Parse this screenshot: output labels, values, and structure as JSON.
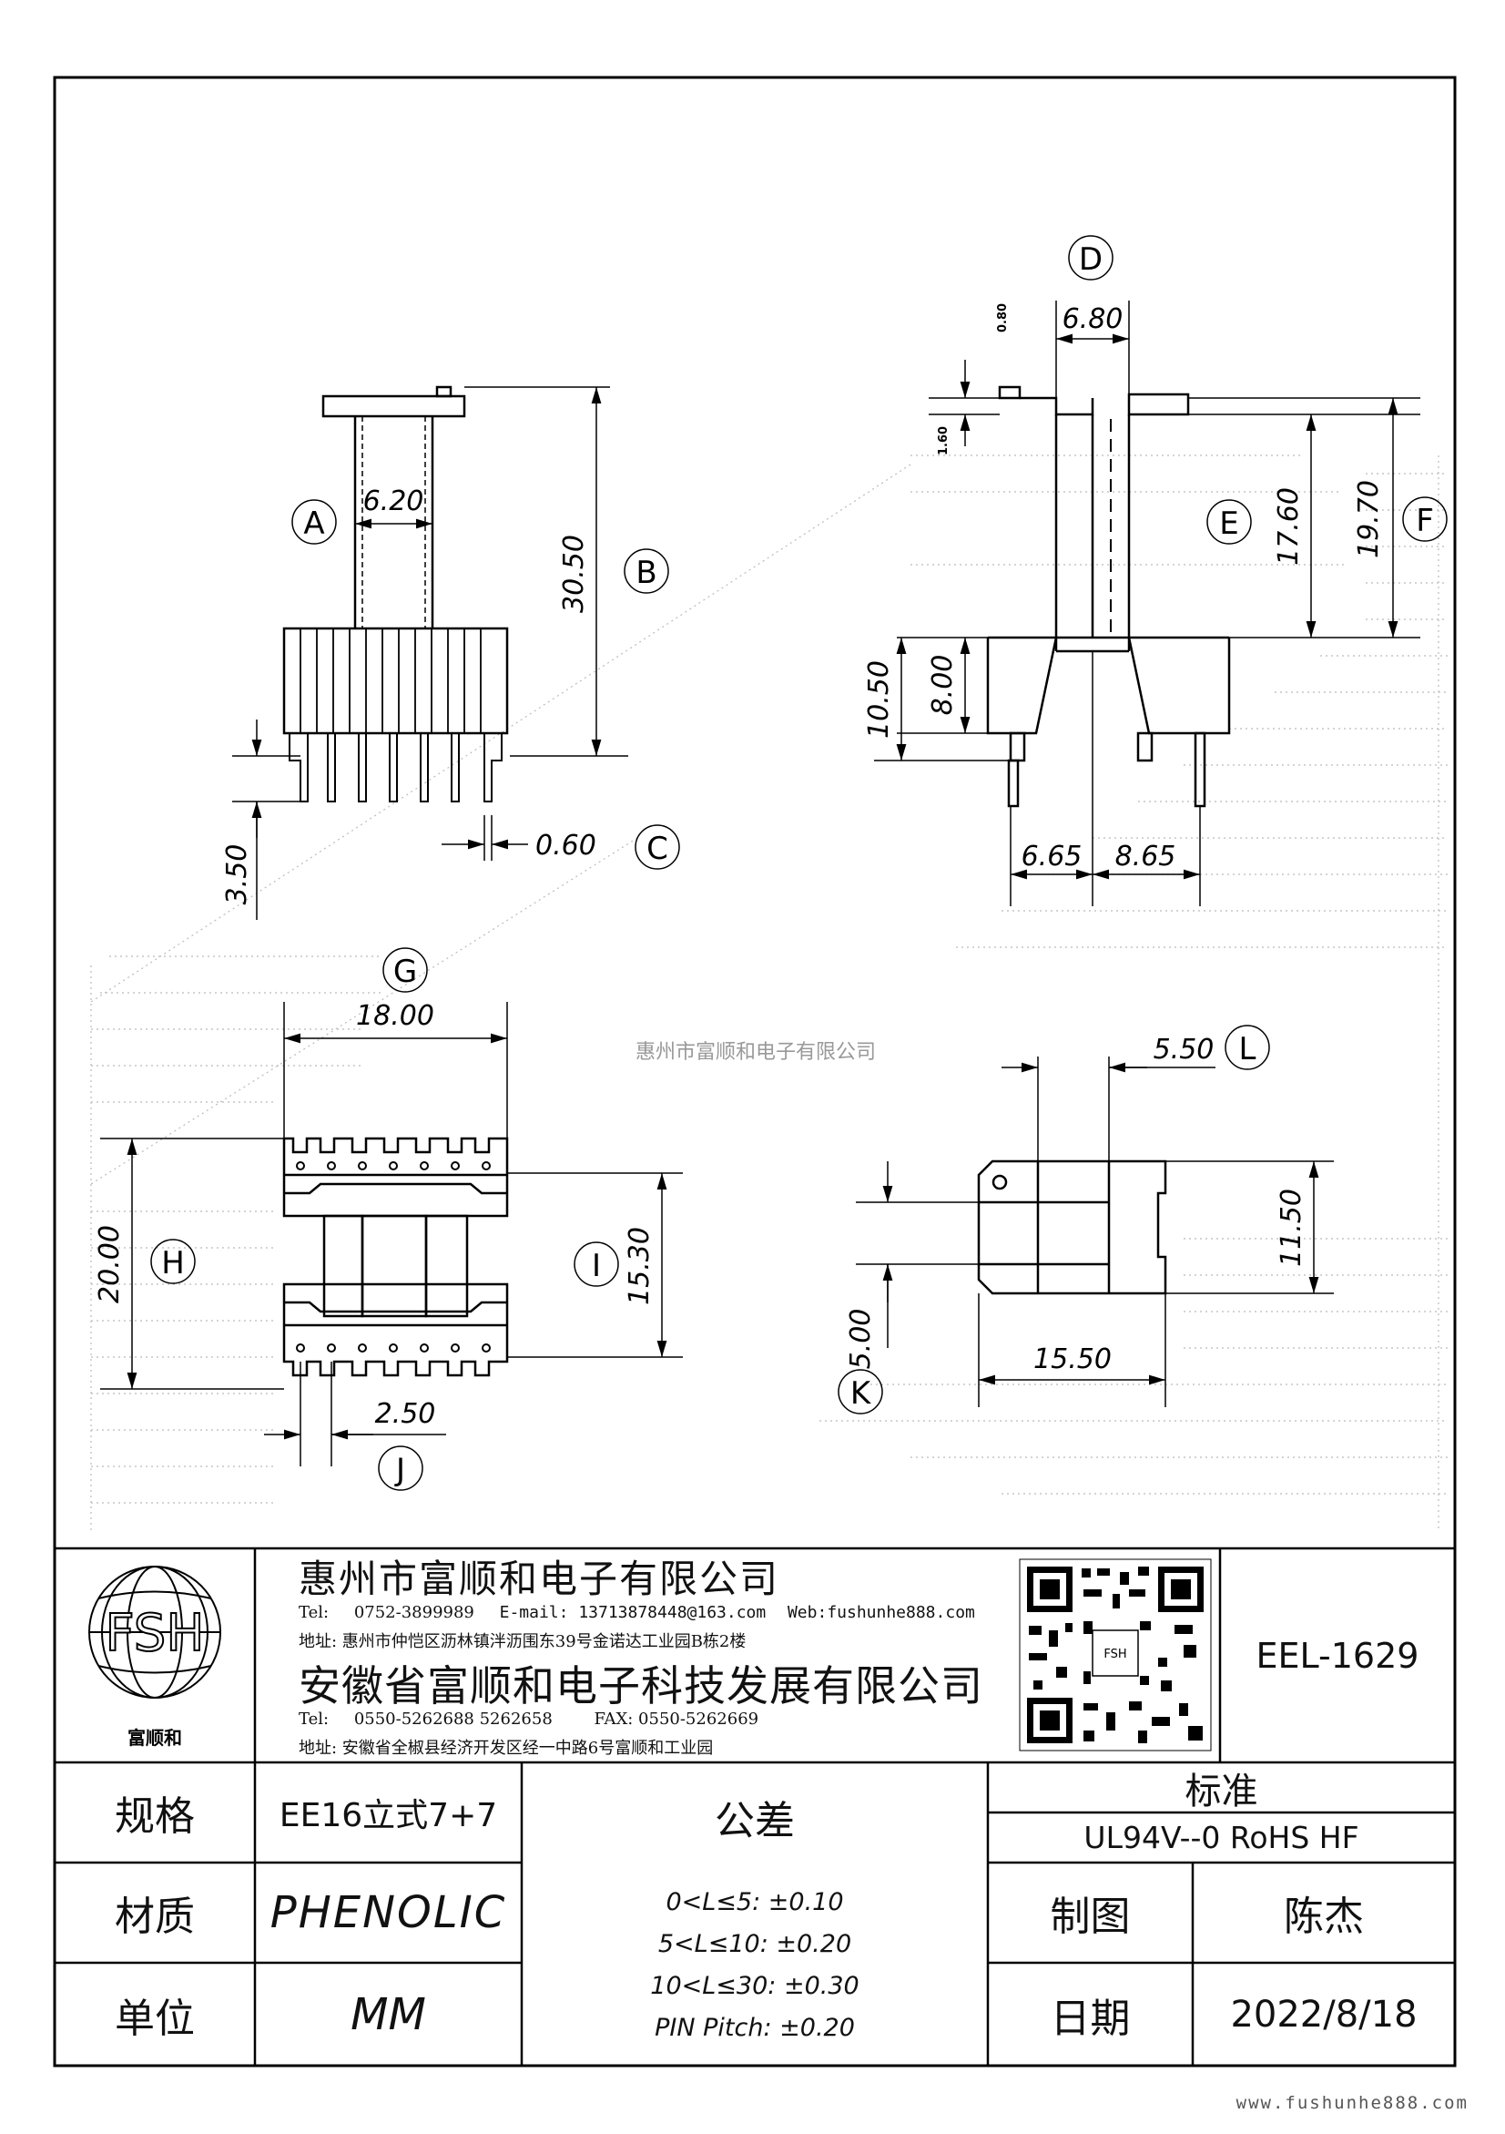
{
  "drawing": {
    "view_a": {
      "label_a": "A",
      "label_b": "B",
      "label_c": "C",
      "dim_width": "6.20",
      "dim_height": "30.50",
      "dim_pin_len": "3.50",
      "dim_pin_dia": "0.60"
    },
    "view_d": {
      "label_d": "D",
      "label_e": "E",
      "label_f": "F",
      "dim_top": "6.80",
      "dim_small_1": "0.80",
      "dim_small_2": "1.60",
      "dim_e": "17.60",
      "dim_f": "19.70",
      "dim_base_outer": "10.50",
      "dim_base_inner": "8.00",
      "dim_pin_left": "6.65",
      "dim_pin_right": "8.65"
    },
    "view_g": {
      "label_g": "G",
      "label_h": "H",
      "label_i": "I",
      "label_j": "J",
      "dim_width": "18.00",
      "dim_height": "20.00",
      "dim_inner": "15.30",
      "dim_pitch": "2.50"
    },
    "view_l": {
      "label_l": "L",
      "label_k": "K",
      "dim_l": "5.50",
      "dim_height": "11.50",
      "dim_width": "15.50",
      "dim_k": "5.00"
    },
    "watermark": "惠州市富顺和电子有限公司"
  },
  "title_block": {
    "logo_letters": "FSH",
    "logo_caption": "富顺和",
    "company_1": "惠州市富顺和电子有限公司",
    "tel_1_label": "Tel:",
    "tel_1": "0752-3899989",
    "email": "E-mail: 13713878448@163.com",
    "web": "Web:fushunhe888.com",
    "address_1": "地址: 惠州市仲恺区沥林镇泮沥围东39号金诺达工业园B栋2楼",
    "company_2": "安徽省富顺和电子科技发展有限公司",
    "tel_2_label": "Tel:",
    "tel_2": "0550-5262688  5262658",
    "fax": "FAX: 0550-5262669",
    "address_2": "地址: 安徽省全椒县经济开发区经一中路6号富顺和工业园",
    "part_no": "EEL-1629",
    "spec_label": "规格",
    "spec_value": "EE16立式7+7",
    "material_label": "材质",
    "material_value": "PHENOLIC",
    "unit_label": "单位",
    "unit_value": "MM",
    "tolerance_label": "公差",
    "tolerances": [
      "0<L≤5: ±0.10",
      "5<L≤10: ±0.20",
      "10<L≤30: ±0.30",
      "PIN Pitch: ±0.20"
    ],
    "standard_label": "标准",
    "standard_value": "UL94V--0  RoHS HF",
    "drawn_label": "制图",
    "drawn_value": "陈杰",
    "date_label": "日期",
    "date_value": "2022/8/18"
  },
  "footer": "www.fushunhe888.com"
}
